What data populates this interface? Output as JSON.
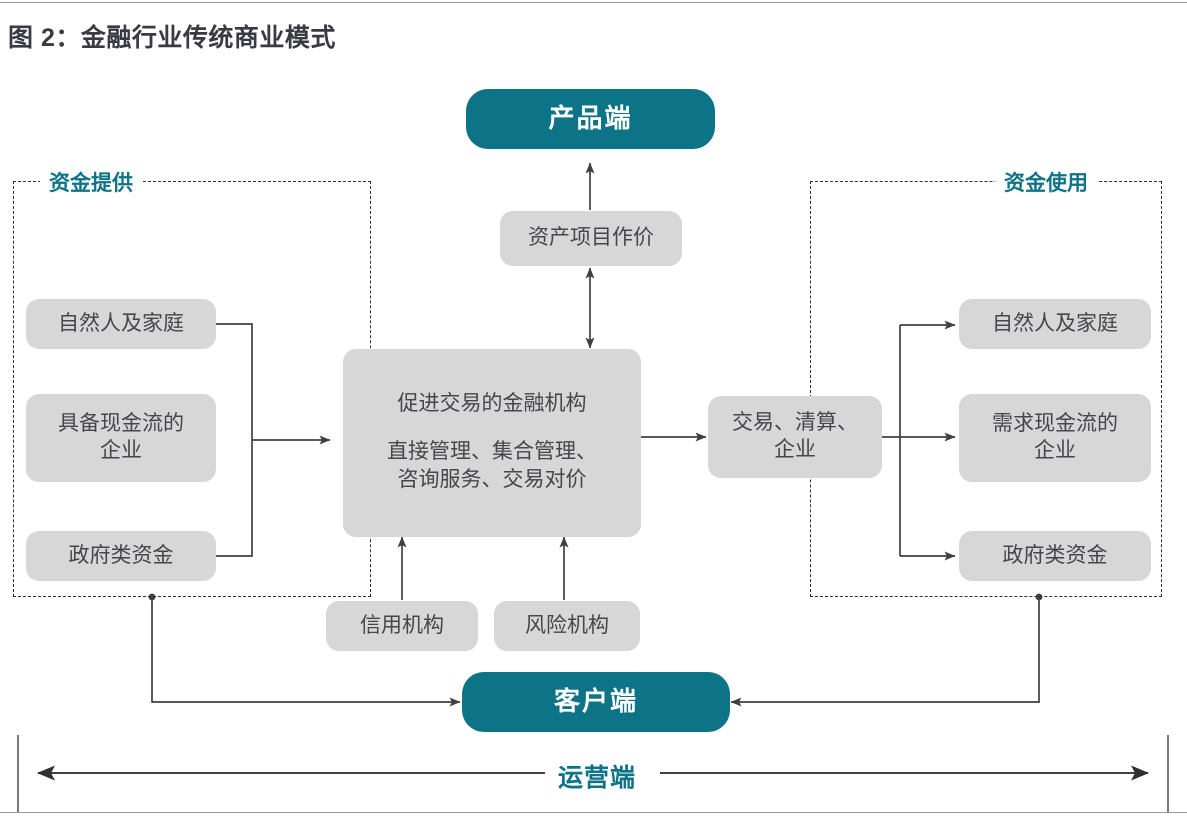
{
  "figure": {
    "title": "图 2：金融行业传统商业模式",
    "accent_teal": "#0d7488",
    "node_gray": "#d7d7d7",
    "line_color": "#3a3a42"
  },
  "top": {
    "product_end": "产品端",
    "asset_pricing": "资产项目作价"
  },
  "left_group": {
    "label": "资金提供",
    "items": [
      {
        "label": "自然人及家庭"
      },
      {
        "label": "具备现金流的\n企业",
        "line1": "具备现金流的",
        "line2": "企业"
      },
      {
        "label": "政府类资金"
      }
    ]
  },
  "center": {
    "title": "促进交易的金融机构",
    "detail_line1": "直接管理、集合管理、",
    "detail_line2": "咨询服务、交易对价"
  },
  "clearing": {
    "line1": "交易、清算、",
    "line2": "企业"
  },
  "right_group": {
    "label": "资金使用",
    "items": [
      {
        "label": "自然人及家庭"
      },
      {
        "line1": "需求现金流的",
        "line2": "企业"
      },
      {
        "label": "政府类资金"
      }
    ]
  },
  "support": {
    "credit_org": "信用机构",
    "risk_org": "风险机构"
  },
  "bottom": {
    "client_end": "客户端",
    "operation_end": "运营端"
  }
}
